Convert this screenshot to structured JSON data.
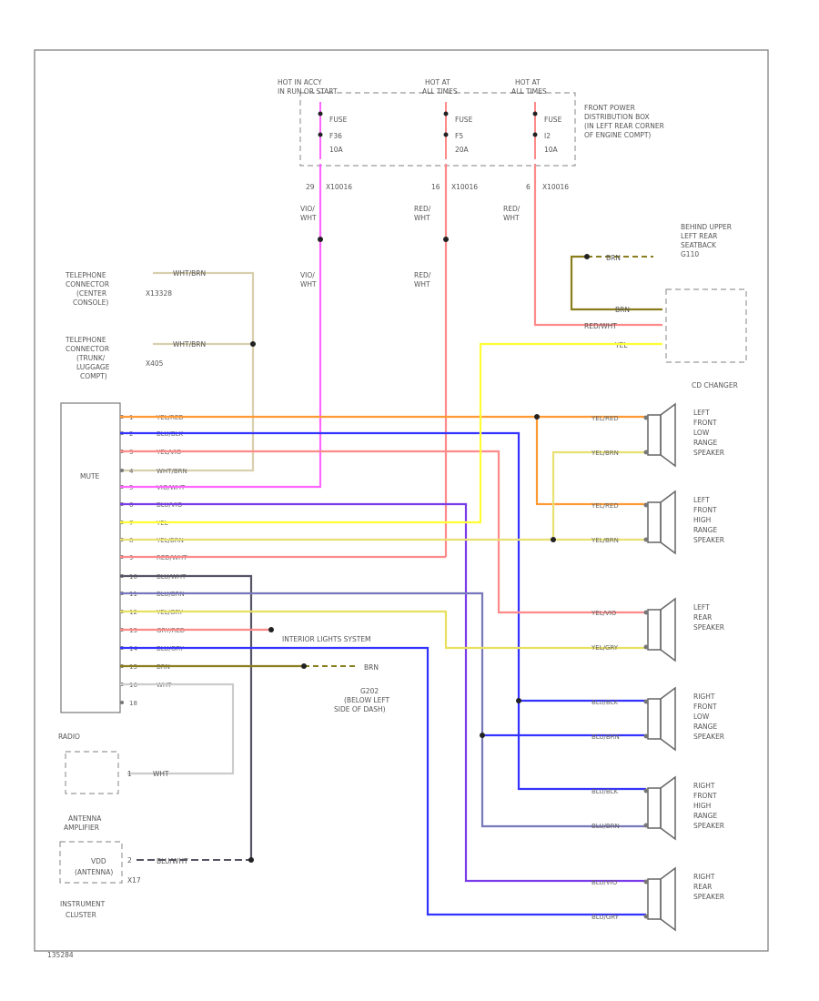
{
  "power": {
    "hot1": [
      "HOT IN ACCY",
      "IN RUN OR START"
    ],
    "hot2": [
      "HOT AT",
      "ALL TIMES"
    ],
    "hot3": [
      "HOT AT",
      "ALL TIMES"
    ],
    "fuse1": [
      "FUSE",
      "F36",
      "10A"
    ],
    "fuse2": [
      "FUSE",
      "F5",
      "20A"
    ],
    "fuse3": [
      "FUSE",
      "I2",
      "10A"
    ],
    "box_label": [
      "FRONT POWER",
      "DISTRIBUTION BOX",
      "(IN LEFT REAR CORNER",
      "OF ENGINE COMPT)"
    ],
    "pin1": "29",
    "pin2": "16",
    "pin3": "6",
    "conn": "X10016"
  },
  "wires": {
    "vio_wht": [
      "VIO/",
      "WHT"
    ],
    "red_wht": [
      "RED/",
      "WHT"
    ],
    "ground_upper": [
      "BEHIND UPPER",
      "LEFT REAR",
      "SEATBACK",
      "G110"
    ],
    "brn": "BRN",
    "red_wht_small": "RED/WHT",
    "yel": "YEL",
    "cd_changer": "CD CHANGER",
    "wht_brn": "WHT/BRN"
  },
  "telephone": {
    "conn1": [
      "TELEPHONE",
      "CONNECTOR",
      "(CENTER",
      "CONSOLE)"
    ],
    "conn1_id": "X13328",
    "conn2": [
      "TELEPHONE",
      "CONNECTOR",
      "(TRUNK/",
      "LUGGAGE",
      "COMPT)"
    ],
    "conn2_id": "X405"
  },
  "mute_label": "MUTE",
  "pins": [
    {
      "num": "1",
      "color": "YEL/RED"
    },
    {
      "num": "2",
      "color": "BLU/BLK"
    },
    {
      "num": "3",
      "color": "YEL/VIO"
    },
    {
      "num": "4",
      "color": "WHT/BRN"
    },
    {
      "num": "5",
      "color": "VIO/WHT"
    },
    {
      "num": "6",
      "color": "BLU/VIO"
    },
    {
      "num": "7",
      "color": "YEL"
    },
    {
      "num": "8",
      "color": "YEL/BRN"
    },
    {
      "num": "9",
      "color": "RED/WHT"
    },
    {
      "num": "10",
      "color": "BLU/WHT"
    },
    {
      "num": "11",
      "color": "BLU/BRN"
    },
    {
      "num": "12",
      "color": "YEL/GRY"
    },
    {
      "num": "13",
      "color": "GRY/RED"
    },
    {
      "num": "14",
      "color": "BLU/GRY"
    },
    {
      "num": "15",
      "color": "BRN"
    },
    {
      "num": "16",
      "color": "WHT"
    },
    {
      "num": "18",
      "color": ""
    }
  ],
  "interior_lights": "INTERIOR LIGHTS SYSTEM",
  "ground_g202": [
    "G202",
    "(BELOW LEFT",
    "SIDE OF DASH)"
  ],
  "ground_brn": "BRN",
  "radio": {
    "label": "RADIO",
    "pin": "1",
    "wire": "WHT"
  },
  "antenna": {
    "label": [
      "ANTENNA",
      "AMPLIFIER"
    ],
    "inner": [
      "VDD",
      "(ANTENNA)"
    ],
    "pin": "2",
    "wire": "BLU/WHT",
    "sub": "X17"
  },
  "cluster": [
    "INSTRUMENT",
    "CLUSTER"
  ],
  "speakers": [
    {
      "name": [
        "LEFT",
        "FRONT",
        "LOW",
        "RANGE",
        "SPEAKER"
      ],
      "w1": "YEL/RED",
      "w2": "YEL/BRN"
    },
    {
      "name": [
        "LEFT",
        "FRONT",
        "HIGH",
        "RANGE",
        "SPEAKER"
      ],
      "w1": "YEL/RED",
      "w2": "YEL/BRN"
    },
    {
      "name": [
        "LEFT",
        "REAR",
        "SPEAKER"
      ],
      "w1": "YEL/VIO",
      "w2": "YEL/GRY"
    },
    {
      "name": [
        "RIGHT",
        "FRONT",
        "LOW",
        "RANGE",
        "SPEAKER"
      ],
      "w1": "BLU/BLK",
      "w2": "BLU/BRN"
    },
    {
      "name": [
        "RIGHT",
        "FRONT",
        "HIGH",
        "RANGE",
        "SPEAKER"
      ],
      "w1": "BLU/BLK",
      "w2": "BLU/BRN"
    },
    {
      "name": [
        "RIGHT",
        "REAR",
        "SPEAKER"
      ],
      "w1": "BLU/VIO",
      "w2": "BLU/GRY"
    }
  ],
  "footer_code": "135284",
  "colors": {
    "vio_wht": "#ff66ff",
    "red_wht": "#ff8a8a",
    "yel": "#ffff33",
    "yel_red": "#ff9933",
    "blu": "#3333ff",
    "yel_brn": "#e8e070",
    "brn": "#8a7d1e",
    "wht_brn": "#d8cfae",
    "blu_wht": "#555566",
    "blu_brn": "#7777bb",
    "yel_gry": "#e8e060"
  }
}
